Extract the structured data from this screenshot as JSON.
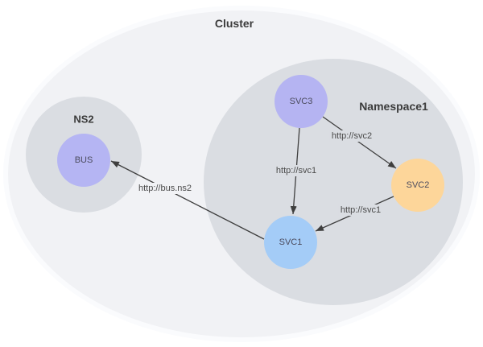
{
  "diagram": {
    "type": "cluster-network-diagram",
    "cluster": {
      "label": "Cluster",
      "fill": "#f1f2f5"
    },
    "namespaces": [
      {
        "id": "ns2",
        "label": "NS2",
        "fill": "#dadde2"
      },
      {
        "id": "namespace1",
        "label": "Namespace1",
        "fill": "#dadde2"
      }
    ],
    "nodes": [
      {
        "id": "bus",
        "label": "BUS",
        "namespace": "ns2",
        "fill": "#b5b5f3"
      },
      {
        "id": "svc3",
        "label": "SVC3",
        "namespace": "namespace1",
        "fill": "#b5b4f2"
      },
      {
        "id": "svc2",
        "label": "SVC2",
        "namespace": "namespace1",
        "fill": "#fdd69a"
      },
      {
        "id": "svc1",
        "label": "SVC1",
        "namespace": "namespace1",
        "fill": "#a4ccf7"
      }
    ],
    "edges": [
      {
        "from": "svc3",
        "to": "svc1",
        "label": "http://svc1"
      },
      {
        "from": "svc3",
        "to": "svc2",
        "label": "http://svc2"
      },
      {
        "from": "svc2",
        "to": "svc1",
        "label": "http://svc1"
      },
      {
        "from": "svc1",
        "to": "bus",
        "label": "http://bus.ns2"
      }
    ],
    "colors": {
      "background": "#ffffff",
      "edge_line": "#3e3e3e",
      "edge_label_text": "#4a4a4a",
      "container_label_text": "#3b3b3b",
      "node_label_text": "#4c4c5e"
    }
  }
}
